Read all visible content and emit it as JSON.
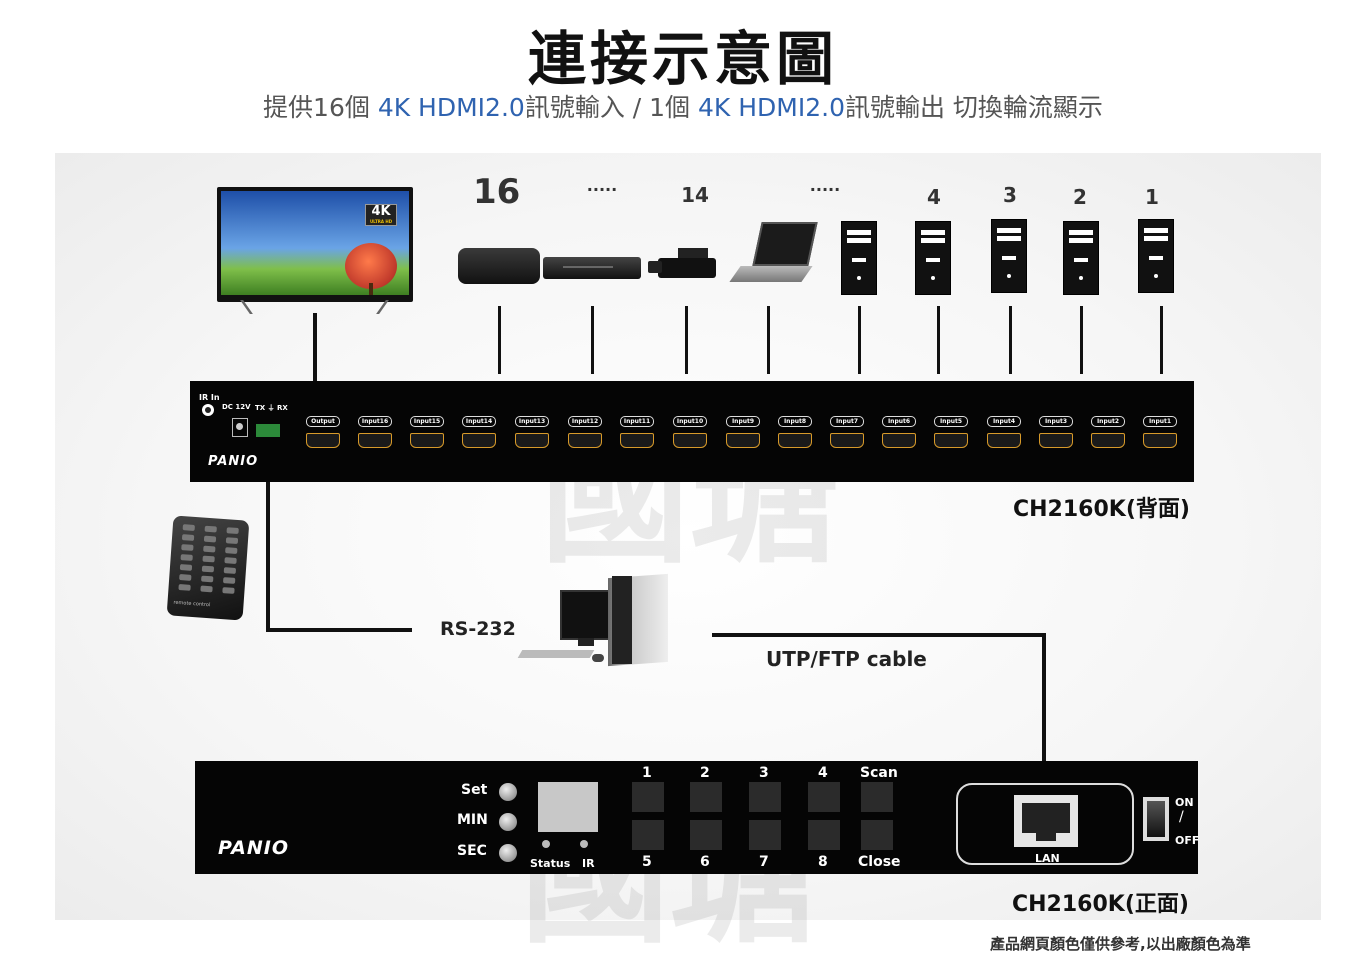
{
  "title": "連接示意圖",
  "subtitle": {
    "p1": "提供16個 ",
    "h1": "4K HDMI2.0",
    "p2": "訊號輸入 /  1個 ",
    "h2": "4K HDMI2.0",
    "p3": "訊號輸出 切換輪流顯示"
  },
  "input_numbers": [
    "16",
    ".....",
    "14",
    ".....",
    "4",
    "3",
    "2",
    "1"
  ],
  "tv_badge": "4K",
  "tv_badge_sub": "ULTRA HD",
  "back_panel": {
    "ir_in": "IR In",
    "dc": "DC 12V",
    "txrx": "TX ⏚ RX",
    "brand": "PANIO",
    "ports": [
      "Output",
      "Input16",
      "Input15",
      "Input14",
      "Input13",
      "Input12",
      "Input11",
      "Input10",
      "Input9",
      "Input8",
      "Input7",
      "Input6",
      "Input5",
      "Input4",
      "Input3",
      "Input2",
      "Input1"
    ],
    "model": "CH2160K(背面)"
  },
  "remote_brand": "remote control",
  "rs232": "RS-232",
  "cable": "UTP/FTP cable",
  "front_panel": {
    "brand": "PANIO",
    "set": "Set",
    "min": "MIN",
    "sec": "SEC",
    "status": "Status",
    "ir": "IR",
    "top_keys": [
      "1",
      "2",
      "3",
      "4",
      "Scan"
    ],
    "bottom_keys": [
      "5",
      "6",
      "7",
      "8",
      "Close"
    ],
    "lan": "LAN",
    "on": "ON",
    "off": "OFF",
    "model": "CH2160K(正面)"
  },
  "watermark": "國瑭",
  "footnote": "產品網頁顏色僅供參考,以出廠顏色為準"
}
